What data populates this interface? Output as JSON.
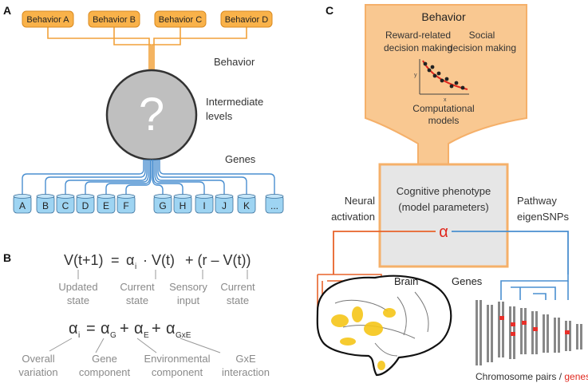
{
  "panel_a": {
    "letter": "A",
    "behaviors": [
      "Behavior A",
      "Behavior B",
      "Behavior C",
      "Behavior D"
    ],
    "behavior_label": "Behavior",
    "question_mark": "?",
    "intermediate_label_1": "Intermediate",
    "intermediate_label_2": "levels",
    "genes_label": "Genes",
    "genes": [
      "A",
      "B",
      "C",
      "D",
      "E",
      "F",
      "G",
      "H",
      "I",
      "J",
      "K",
      "..."
    ],
    "colors": {
      "behavior_fill": "#f9b24a",
      "gene_fill": "#9ed4f2",
      "gene_line": "#4a8fd0",
      "behavior_line": "#f2a13a",
      "circle": "#bfbfbf"
    }
  },
  "panel_b": {
    "letter": "B",
    "eq1": {
      "lhs": "V(t+1)",
      "eq_sign": "=",
      "alpha": "α",
      "alpha_sub": "i",
      "dot_v": "· V(t)",
      "rest": "+ (r – V(t))"
    },
    "eq1_labels": [
      {
        "line1": "Updated",
        "line2": "state"
      },
      {
        "line1": "Current",
        "line2": "state"
      },
      {
        "line1": "Sensory",
        "line2": "input"
      },
      {
        "line1": "Current",
        "line2": "state"
      }
    ],
    "eq2": {
      "alpha": "α",
      "sub_i": "i",
      "eq_sign": "=",
      "sub_g": "G",
      "plus": "+",
      "sub_e": "E",
      "sub_gxe": "GxE"
    },
    "eq2_labels": [
      {
        "line1": "Overall",
        "line2": "variation"
      },
      {
        "line1": "Gene",
        "line2": "component"
      },
      {
        "line1": "Environmental",
        "line2": "component"
      },
      {
        "line1": "GxE",
        "line2": "interaction"
      }
    ]
  },
  "panel_c": {
    "letter": "C",
    "behavior_title": "Behavior",
    "reward_1": "Reward-related",
    "reward_2": "decision making",
    "social_1": "Social",
    "social_2": "decision making",
    "axis_y": "y",
    "axis_x": "x",
    "models_1": "Computational",
    "models_2": "models",
    "phenotype_1": "Cognitive phenotype",
    "phenotype_2": "(model parameters)",
    "neural_1": "Neural",
    "neural_2": "activation",
    "pathway_1": "Pathway",
    "pathway_2": "eigenSNPs",
    "alpha": "α",
    "brain_label": "Brain",
    "genes_label": "Genes",
    "chrom_label": "Chromosome pairs / ",
    "chrom_genes": "genes",
    "colors": {
      "orange_fill": "#f9c891",
      "orange_edge": "#f5b06a",
      "gray_box": "#e6e6e6",
      "alpha_red": "#e0281e",
      "neural_line": "#e8632a",
      "pathway_line": "#4a8fd0",
      "brain_blob": "#f5c518",
      "chrom": "#888888",
      "snp": "#e8302a"
    }
  }
}
